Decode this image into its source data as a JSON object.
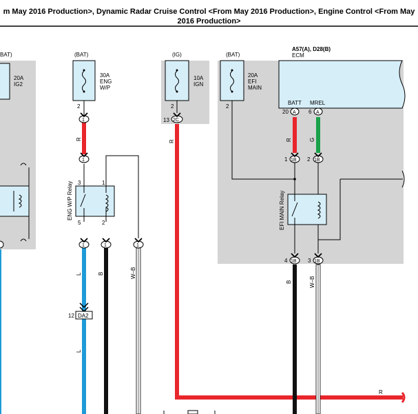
{
  "title": {
    "line1": "m May 2016 Production>, Dynamic Radar Cruise Control <From May 2016 Production>, Engine Control <From May",
    "line2": "2016 Production>"
  },
  "fuses": {
    "left_partial": {
      "source": "BAT)",
      "rating": "20A",
      "name": "IG2"
    },
    "eng_wp": {
      "source": "(BAT)",
      "rating": "30A",
      "name1": "ENG",
      "name2": "W/P",
      "pin": "2"
    },
    "ign": {
      "source": "(IG)",
      "rating": "10A",
      "name": "IGN",
      "pin": "2"
    },
    "efi_main": {
      "source": "(BAT)",
      "rating": "20A",
      "name1": "EFI",
      "name2": "MAIN",
      "pin": "2"
    }
  },
  "ecm": {
    "ref": "A57(A), D28(B)",
    "name": "ECM",
    "pin_batt": "BATT",
    "pin_mrel": "MREL"
  },
  "relays": {
    "eng_wp": "ENG W/P Relay",
    "efi_main": "EFI MAIN Relay"
  },
  "relay_pins": {
    "p3": "3",
    "p1": "1",
    "p5": "5",
    "p2": "2"
  },
  "connectors": {
    "c1": "1",
    "c2c": "2C",
    "c1b": "1B",
    "ca": "A",
    "cda2": "DA2"
  },
  "pin_numbers": {
    "n13": "13",
    "n20": "20",
    "n6": "6",
    "n1": "1",
    "n2": "2",
    "n4": "4",
    "n3": "3",
    "n12": "12"
  },
  "wire_colors": {
    "R": "R",
    "L": "L",
    "B": "B",
    "WB": "W–B",
    "G": "G"
  },
  "colors": {
    "red": "#e8262b",
    "blue": "#1e9bd7",
    "black": "#111111",
    "green": "#1aa14a",
    "ecm_fill": "#d6eef8",
    "shade": "#d4d4d4"
  }
}
